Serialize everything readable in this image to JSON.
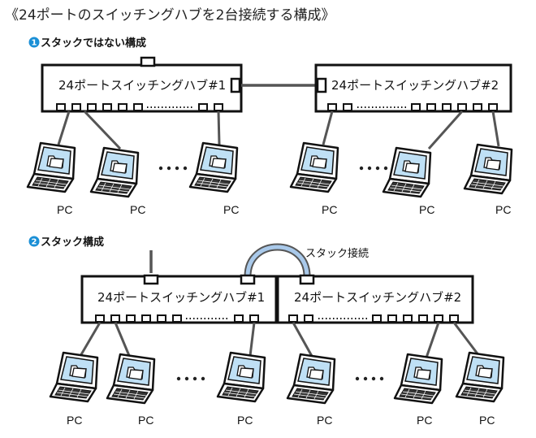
{
  "title": "《24ポートのスイッチングハブを2台接続する構成》",
  "section1": {
    "number": "1",
    "label": "スタックではない構成"
  },
  "section2": {
    "number": "2",
    "label": "スタック構成"
  },
  "hubs": {
    "hub1": "24ポートスイッチングハブ#1",
    "hub2": "24ポートスイッチングハブ#2"
  },
  "stack_connection_label": "スタック接続",
  "pc_label": "PC",
  "colors": {
    "accent": "#1a8fd6",
    "cable": "#555555",
    "stack_cable": "#a9c9ea",
    "screen": "#bfe0f5"
  }
}
